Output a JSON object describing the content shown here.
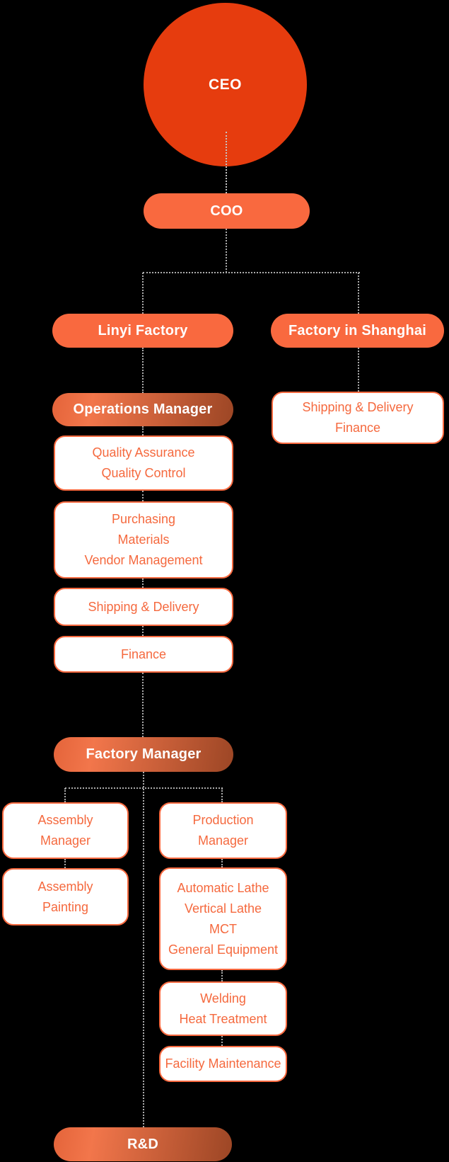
{
  "diagram_type": "org-chart",
  "colors": {
    "background": "#000000",
    "node_solid": "#F9693F",
    "ceo_fill": "#E63C0E",
    "grad_start": "#E4643A",
    "grad_mid": "#F2764B",
    "grad_end": "#9C4625",
    "box_border": "#F8693F",
    "box_text": "#F5693E",
    "box_fill": "#FFFFFF",
    "node_text": "#FFFFFF",
    "connector": "#ABABAB"
  },
  "nodes": {
    "ceo": {
      "label": "CEO"
    },
    "coo": {
      "label": "COO"
    },
    "linyi_factory": {
      "label": "Linyi Factory"
    },
    "factory_in_shanghai": {
      "label": "Factory in Shanghai"
    },
    "shanghai_departments": {
      "lines": [
        "Shipping & Delivery",
        "Finance"
      ]
    },
    "operations_manager": {
      "label": "Operations Manager"
    },
    "quality": {
      "lines": [
        "Quality Assurance",
        "Quality Control"
      ]
    },
    "purchasing": {
      "lines": [
        "Purchasing",
        "Materials",
        "Vendor Management"
      ]
    },
    "shipping_delivery": {
      "lines": [
        "Shipping & Delivery"
      ]
    },
    "finance": {
      "lines": [
        "Finance"
      ]
    },
    "factory_manager": {
      "label": "Factory Manager"
    },
    "assembly_manager": {
      "lines": [
        "Assembly",
        "Manager"
      ]
    },
    "production_manager": {
      "lines": [
        "Production",
        "Manager"
      ]
    },
    "assembly_painting": {
      "lines": [
        "Assembly",
        "Painting"
      ]
    },
    "machining": {
      "lines": [
        "Automatic Lathe",
        "Vertical Lathe",
        "MCT",
        "General Equipment"
      ]
    },
    "welding": {
      "lines": [
        "Welding",
        "Heat Treatment"
      ]
    },
    "facility_maintenance": {
      "lines": [
        "Facility Maintenance"
      ]
    },
    "rnd": {
      "label": "R&D"
    }
  }
}
